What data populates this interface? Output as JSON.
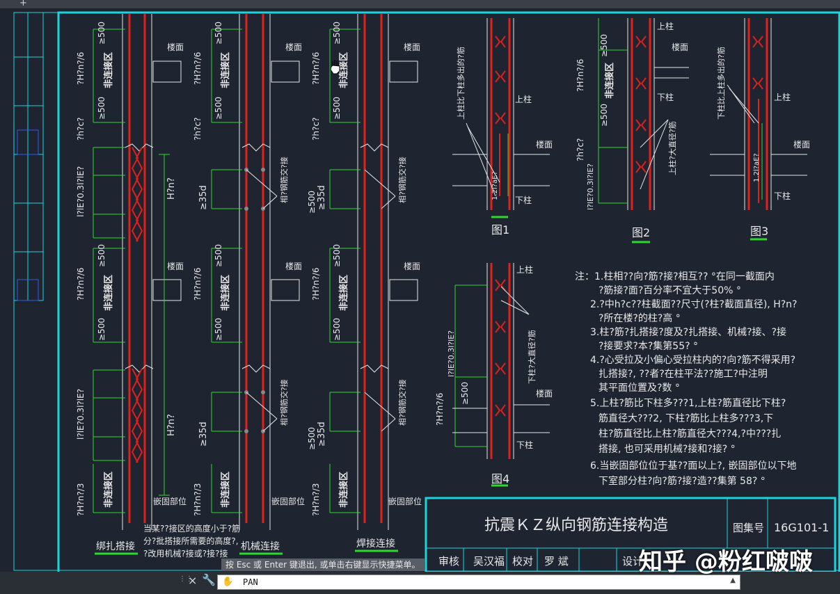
{
  "window": {
    "new_tab": "+"
  },
  "drawing": {
    "title_block": {
      "title": "抗震ＫＺ纵向钢筋连接构造",
      "atlas_label": "图集号",
      "atlas_no": "16G101-1",
      "review_label": "审核",
      "reviewer": "吴汉福",
      "check_label": "校对",
      "checker": "罗 斌",
      "design_label": "设计"
    },
    "labels": {
      "zone_2500": "≥500",
      "non_connect": "非连接区",
      "floor": "楼面",
      "h_over_n": "H?n?",
      "embed": "嵌固部位",
      "d35": "≥35d",
      "d500": "≥500",
      "upper": "上柱",
      "lower": "下柱",
      "stagger": "相?钢筋交?接",
      "hn3": "?H?n?/3",
      "hn6": "?H?n?/6",
      "hc": "?h?c?",
      "ratio": "1.2l?aE?",
      "upper_more": "上柱比下柱多出的?筋",
      "lower_more": "下柱比上柱多出的?筋",
      "upper_big": "上柱?大直径?筋",
      "lower_big": "下柱?大直径?筋",
      "lap": "l?lE?0.3l?lE?",
      "lap_note1": "当某??接区的高度小于?筋",
      "lap_note2": "分?批搭接所需要的高度?,",
      "lap_note3": "?改用机械?接或?接?接"
    },
    "captions": {
      "tie": "绑扎搭接",
      "mech": "机械连接",
      "weld": "焊接连接",
      "fig1": "图1",
      "fig2": "图2",
      "fig3": "图3",
      "fig4": "图4"
    },
    "notes": [
      "注：1.柱相??向?筋?接?相互?? °在同一截面内",
      "?筋接?面?百分率不宜大于50% °",
      "2.?中h?c??柱截面??尺寸(?柱?截面直径), H?n?",
      "?所在楼?的柱?高 °",
      "3.柱?筋?扎搭接?度及?扎搭接、机械?接、?接",
      "?接要求?本?集第55? °",
      "4.?心受拉及小偏心受拉柱内的?向?筋不得采用?",
      "扎搭接?, ??者?在柱平法??施工?中注明",
      "其平面位置及?数 °",
      "5.上柱?筋比下柱多???1,上柱?筋直径比下柱?",
      "筋直径大???2, 下柱?筋比上柱多???3,下",
      "柱?筋直径比上柱?筋直径大???4,?中???扎",
      "搭接, 也可采用机械?接和?接? °",
      "6.当嵌固部位位于基??面以上?, 嵌固部位以下地",
      "下室部分柱?向?筋?接?造??集第 58? °"
    ]
  },
  "command": {
    "tooltip": "按 Esc 或 Enter 键退出, 或单击右键显示快捷菜单。",
    "input_value": "PAN",
    "close_glyph": "×",
    "wrench_glyph": "🔧",
    "dropdown_glyph": "▲"
  },
  "watermark": "知乎 @粉红啵啵",
  "colors": {
    "background": "#1e2430",
    "cyan": "#19d6dc",
    "red": "#e0201c",
    "green": "#2ed82e",
    "white": "#e8e8e8"
  }
}
